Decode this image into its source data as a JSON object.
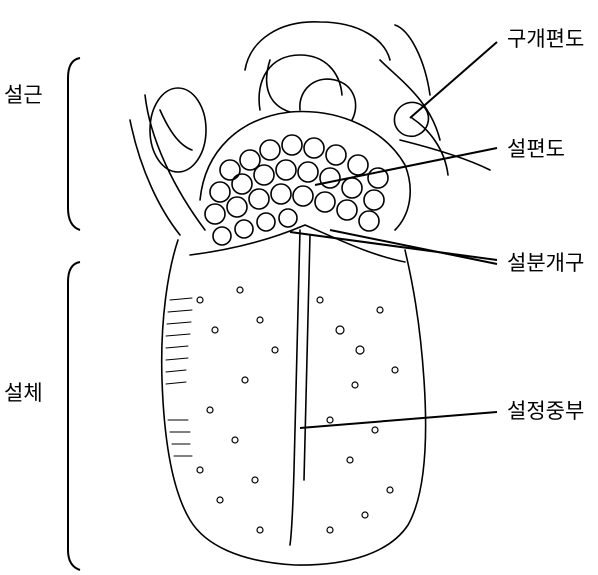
{
  "labels": {
    "root": "설근",
    "body": "설체",
    "palatine_tonsil": "구개편도",
    "lingual_tonsil": "설편도",
    "terminal_sulcus": "설분개구",
    "median_sulcus": "설정중부"
  },
  "colors": {
    "ink": "#000000",
    "paper": "#ffffff"
  }
}
